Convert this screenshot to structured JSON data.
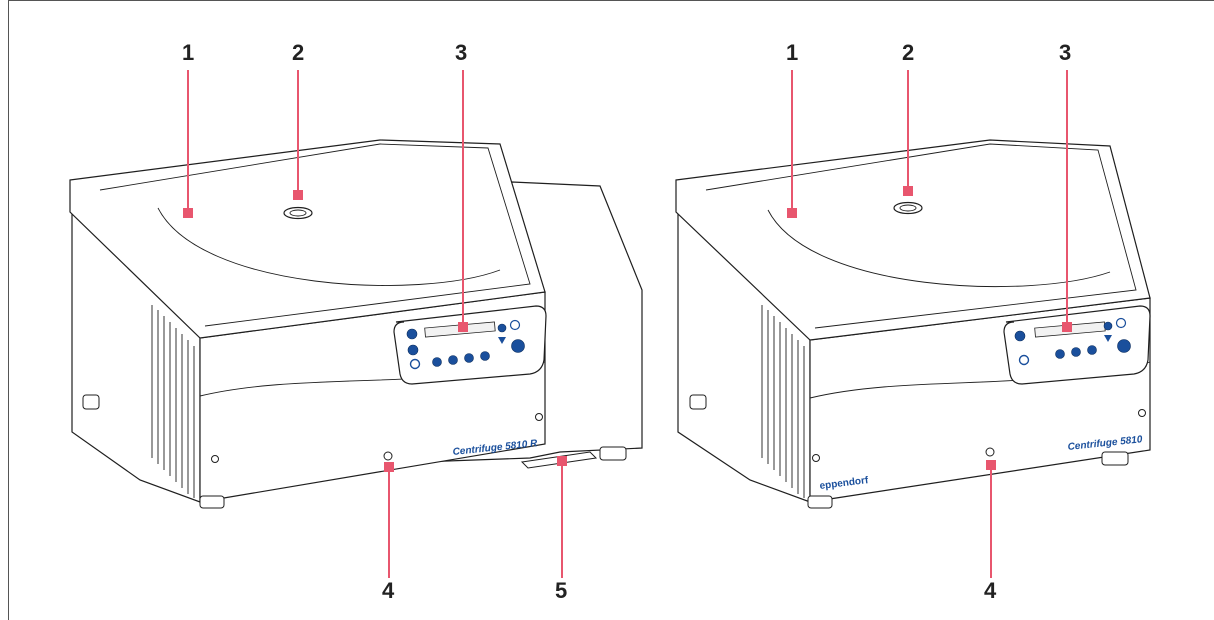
{
  "centrifuges": [
    {
      "model_label": "Centrifuge 5810 R",
      "brand_logo": "",
      "callouts": [
        "1",
        "2",
        "3",
        "4",
        "5"
      ]
    },
    {
      "model_label": "Centrifuge 5810",
      "brand_logo": "eppendorf",
      "callouts": [
        "1",
        "2",
        "3",
        "4"
      ]
    }
  ],
  "colors": {
    "marker": "#e8566e",
    "brand_text": "#1a4f9c",
    "outline": "#1f1f1f"
  }
}
